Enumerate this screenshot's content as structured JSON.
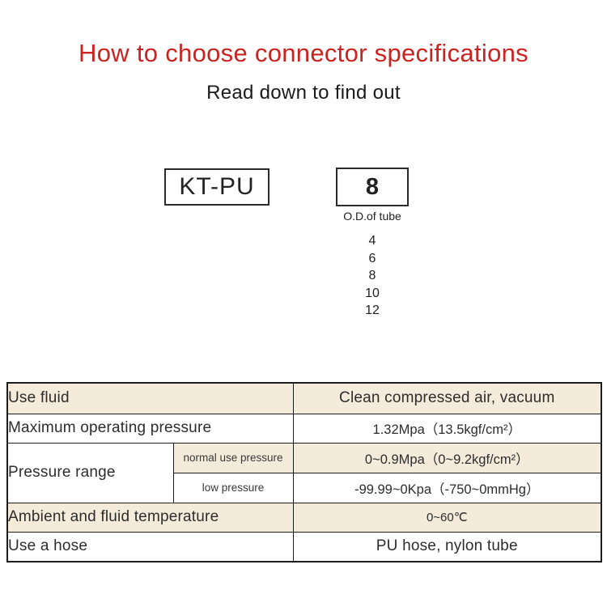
{
  "header": {
    "title": "How to choose connector specifications",
    "subtitle": "Read down to find out"
  },
  "selector": {
    "series_code": "KT-PU",
    "size_value": "8",
    "size_caption": "O.D.of tube",
    "size_options": [
      "4",
      "6",
      "8",
      "10",
      "12"
    ]
  },
  "spec_table": {
    "rows": [
      {
        "label": "Use fluid",
        "value": "Clean compressed air, vacuum"
      },
      {
        "label": "Maximum operating pressure",
        "value": "1.32Mpa（13.5kgf/cm²）"
      },
      {
        "label": "Pressure range",
        "sub_rows": [
          {
            "label": "normal use pressure",
            "value": "0~0.9Mpa（0~9.2kgf/cm²）"
          },
          {
            "label": "low pressure",
            "value": "-99.99~0Kpa（-750~0mmHg）"
          }
        ]
      },
      {
        "label": "Ambient and fluid temperature",
        "value": "0~60℃"
      },
      {
        "label": "Use a hose",
        "value": "PU hose, nylon tube"
      }
    ]
  },
  "colors": {
    "title_red": "#cb2420",
    "row_stripe": "#f4ebdb",
    "table_border": "#1c1c1c"
  }
}
